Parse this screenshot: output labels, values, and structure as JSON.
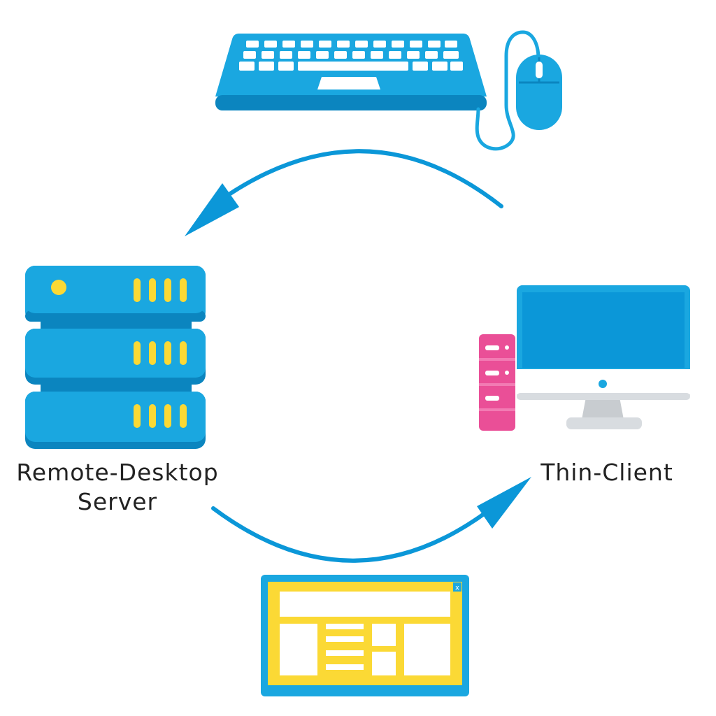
{
  "labels": {
    "server_line1": "Remote-Desktop",
    "server_line2": "Server",
    "client": "Thin-Client"
  },
  "window_icon": {
    "close_glyph": "x"
  },
  "colors": {
    "blue": "#1aa7e0",
    "blue_dark": "#0b85bf",
    "arrow": "#0b97d8",
    "yellow": "#fbd935",
    "pink": "#ea4f97",
    "silver": "#d8dce0"
  },
  "icons": [
    "keyboard-icon",
    "mouse-icon",
    "server-icon",
    "thin-client-icon",
    "app-window-icon",
    "arrow-icon"
  ]
}
